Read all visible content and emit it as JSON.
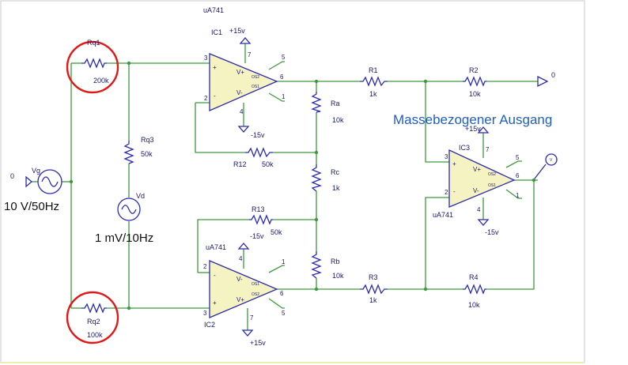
{
  "labels": {
    "rq1": "Rq1",
    "rq1_val": "200k",
    "rq2": "Rq2",
    "rq2_val": "100k",
    "rq3": "Rq3",
    "rq3_val": "50k",
    "vg": "Vg",
    "vd": "Vd",
    "ra": "Ra",
    "ra_val": "10k",
    "rb": "Rb",
    "rb_val": "10k",
    "rc": "Rc",
    "rc_val": "1k",
    "r1": "R1",
    "r1_val": "1k",
    "r2": "R2",
    "r2_val": "10k",
    "r3": "R3",
    "r3_val": "1k",
    "r4": "R4",
    "r4_val": "10k",
    "r12": "R12",
    "r12_val": "50k",
    "r13": "R13",
    "r13_val": "50k",
    "ic1": "IC1",
    "ic2": "IC2",
    "ic3": "IC3",
    "ua741": "uA741",
    "plus15": "+15v",
    "minus15": "-15v",
    "vplus": "V+",
    "vminus": "V-",
    "os1": "OS1",
    "os2": "OS2",
    "plus_sign": "+",
    "minus_sign": "-",
    "zero": "0",
    "probe": "V",
    "pin1": "1",
    "pin2": "2",
    "pin3": "3",
    "pin4": "4",
    "pin5": "5",
    "pin6": "6",
    "pin7": "7",
    "vg_note": "10 V/50Hz",
    "vd_note": "1 mV/10Hz",
    "output_note": "Massebezogener Ausgang"
  },
  "colors": {
    "wire": "#3c9a3c",
    "component": "#2b2bb0",
    "opamp_fill": "#f6f3c3",
    "highlight_circle": "#e01818",
    "annotation": "#1f5fbf"
  }
}
